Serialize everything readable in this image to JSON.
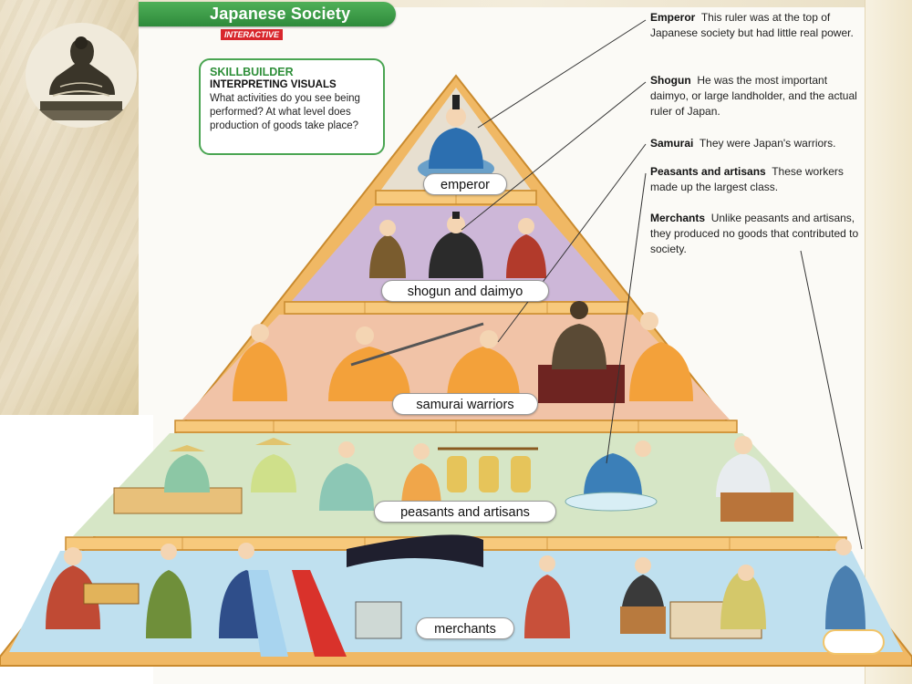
{
  "header": {
    "title": "Japanese Society",
    "badge": "INTERACTIVE"
  },
  "skillbuilder": {
    "title": "SKILLBUILDER",
    "subtitle": "INTERPRETING VISUALS",
    "question": "What activities do you see being performed? At what level does production of goods take place?"
  },
  "annotations": [
    {
      "term": "Emperor",
      "text": "This ruler was at the top of Japanese society but had little real power."
    },
    {
      "term": "Shogun",
      "text": "He was the most important daimyo, or large landholder, and the actual ruler of Japan."
    },
    {
      "term": "Samurai",
      "text": "They were Japan's warriors."
    },
    {
      "term": "Peasants and artisans",
      "text": "These workers made up the largest class."
    },
    {
      "term": "Merchants",
      "text": "Unlike peasants and artisans, they produced no goods that contributed to society."
    }
  ],
  "tiers": [
    {
      "label": "emperor",
      "color": "#e7dfd0"
    },
    {
      "label": "shogun and daimyo",
      "color": "#cdb7d8"
    },
    {
      "label": "samurai warriors",
      "color": "#f1c3a7"
    },
    {
      "label": "peasants and artisans",
      "color": "#d6e6c6"
    },
    {
      "label": "merchants",
      "color": "#bfe0ef"
    }
  ],
  "colors": {
    "frame_wood": "#f0b864",
    "frame_line": "#c98a2e",
    "accent_green": "#3f9d4a",
    "badge_red": "#d8262c"
  }
}
